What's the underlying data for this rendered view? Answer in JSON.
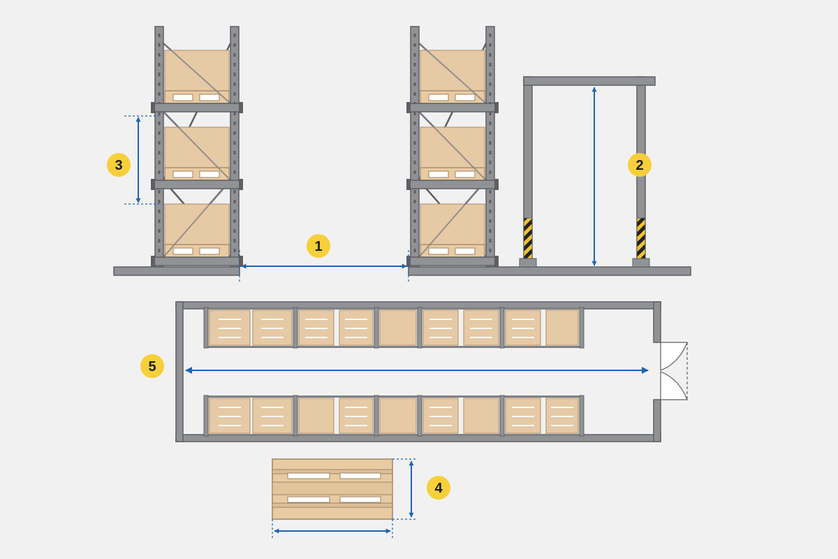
{
  "colors": {
    "background": "#f1f1f1",
    "steel": "#7f8185",
    "steel_dark": "#5d5f63",
    "carton": "#e6c9a5",
    "carton_edge": "#b79a78",
    "pallet": "#e9cba2",
    "pallet_edge": "#9c8466",
    "dimension": "#1f63b4",
    "badge": "#f6cf3a",
    "hazard_yellow": "#f2c230",
    "hazard_black": "#222222"
  },
  "callouts": [
    {
      "id": "aisle-width",
      "label": "1"
    },
    {
      "id": "door-height",
      "label": "2"
    },
    {
      "id": "beam-level-spacing",
      "label": "3"
    },
    {
      "id": "pallet-dimensions",
      "label": "4"
    },
    {
      "id": "aisle-length",
      "label": "5"
    }
  ],
  "icons": {
    "dimension_arrow": "double-headed-arrow-icon",
    "hazard_stripes": "hazard-stripe-icon",
    "door_swing": "door-swing-icon"
  }
}
